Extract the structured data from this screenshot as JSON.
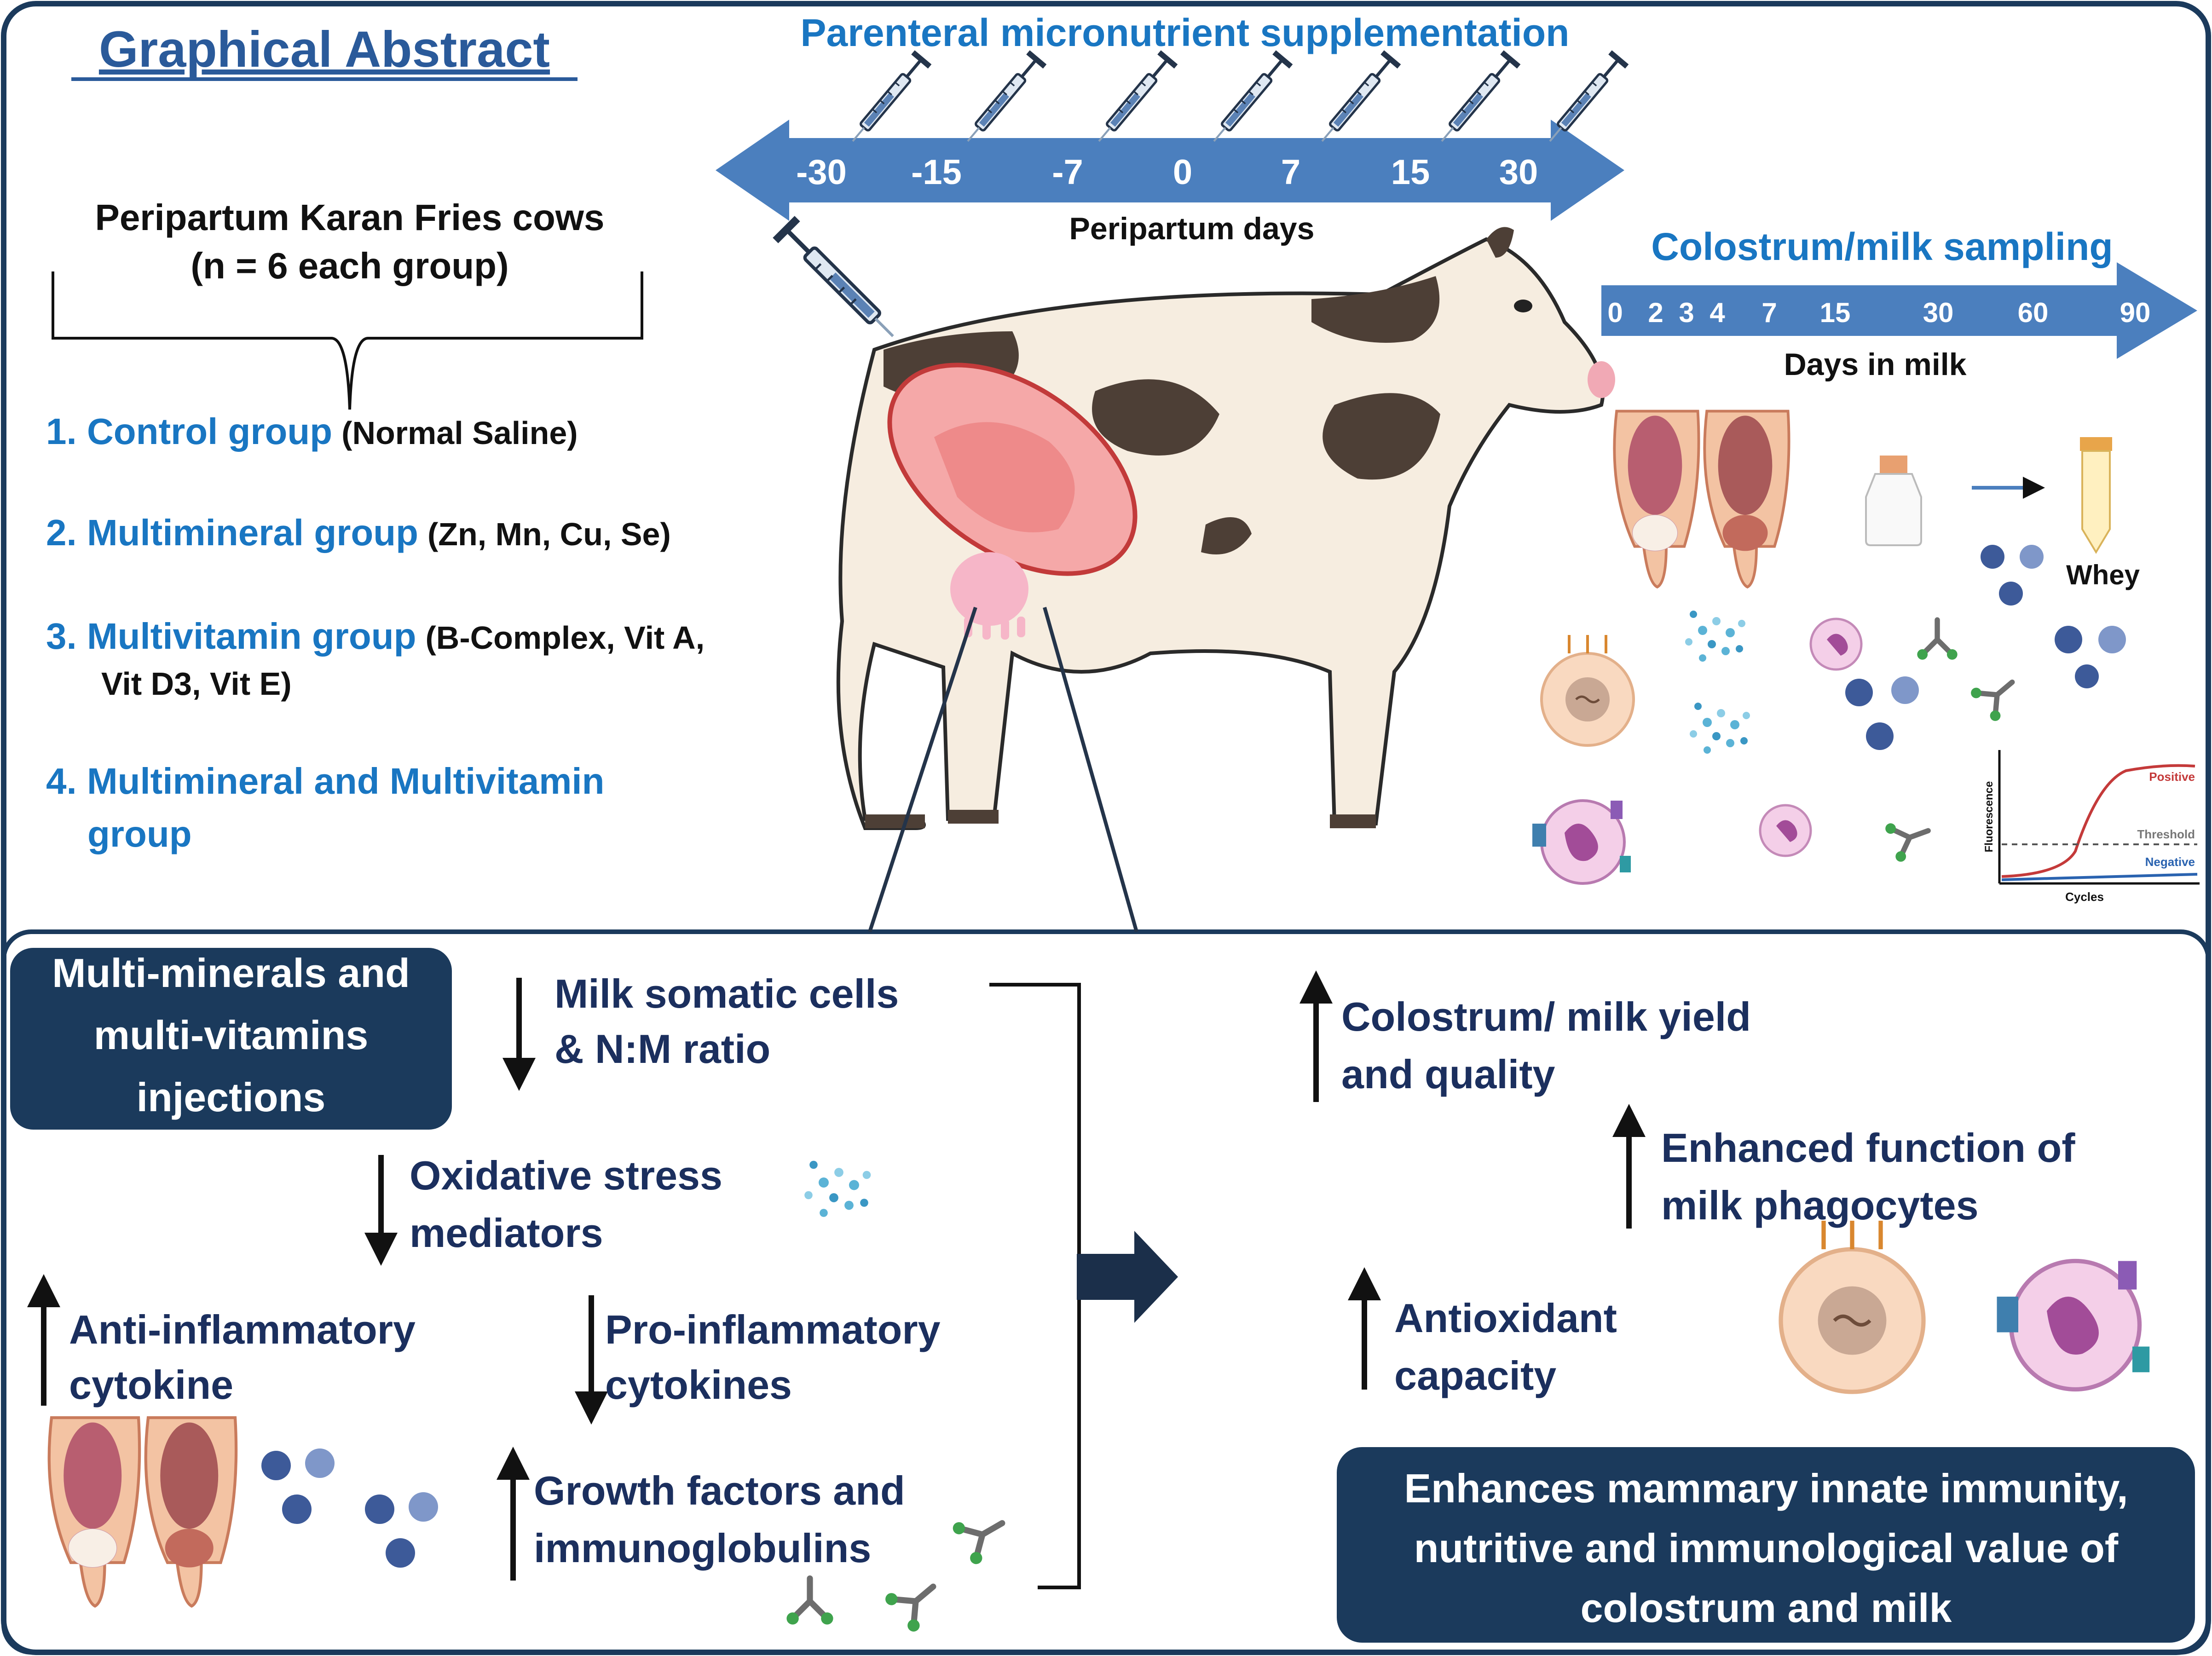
{
  "header": {
    "title": "Graphical Abstract",
    "supplementation_title": "Parenteral micronutrient supplementation",
    "peripartum_label": "Peripartum days",
    "injection_days": [
      "-30",
      "-15",
      "-7",
      "0",
      "7",
      "15",
      "30"
    ],
    "sampling_title": "Colostrum/milk sampling",
    "milk_days": [
      "0",
      "2",
      "3",
      "4",
      "7",
      "15",
      "30",
      "60",
      "90"
    ],
    "milk_days_label": "Days in milk",
    "whey_label": "Whey"
  },
  "design": {
    "cows_line1": "Peripartum Karan Fries cows",
    "cows_line2": "(n = 6 each group)",
    "groups": [
      {
        "name": "1. Control group",
        "detail": "(Normal Saline)"
      },
      {
        "name": "2. Multimineral group",
        "detail": "(Zn, Mn, Cu, Se)"
      },
      {
        "name": "3. Multivitamin group",
        "detail": "(B-Complex, Vit A,",
        "detail2": "Vit D3, Vit E)"
      },
      {
        "name": "4. Multimineral and  Multivitamin",
        "name2": "group"
      }
    ]
  },
  "qpcr": {
    "positive": "Positive",
    "threshold": "Threshold",
    "negative": "Negative",
    "y_axis": "Fluorescence",
    "x_axis": "Cycles"
  },
  "effects": {
    "treatment_line1": "Multi-minerals and",
    "treatment_line2": "multi-vitamins",
    "treatment_line3": "injections",
    "somatic_line1": "Milk somatic cells",
    "somatic_line2": "& N:M ratio",
    "oxidative_line1": "Oxidative stress",
    "oxidative_line2": "mediators",
    "anti_line1": "Anti-inflammatory",
    "anti_line2": "cytokine",
    "pro_line1": "Pro-inflammatory",
    "pro_line2": "cytokines",
    "growth_line1": "Growth factors and",
    "growth_line2": "immunoglobulins",
    "yield_line1": "Colostrum/ milk yield",
    "yield_line2": "and quality",
    "phago_line1": "Enhanced function of",
    "phago_line2": "milk phagocytes",
    "antiox_line1": "Antioxidant",
    "antiox_line2": "capacity",
    "conclusion_line1": "Enhances mammary innate immunity,",
    "conclusion_line2": "nutritive and immunological value of",
    "conclusion_line3": "colostrum and milk"
  },
  "colors": {
    "navy": "#1b3a5c",
    "blue_text": "#1976c2",
    "dark_text": "#1b2f5e",
    "arrow_blue": "#4b7fbe"
  }
}
